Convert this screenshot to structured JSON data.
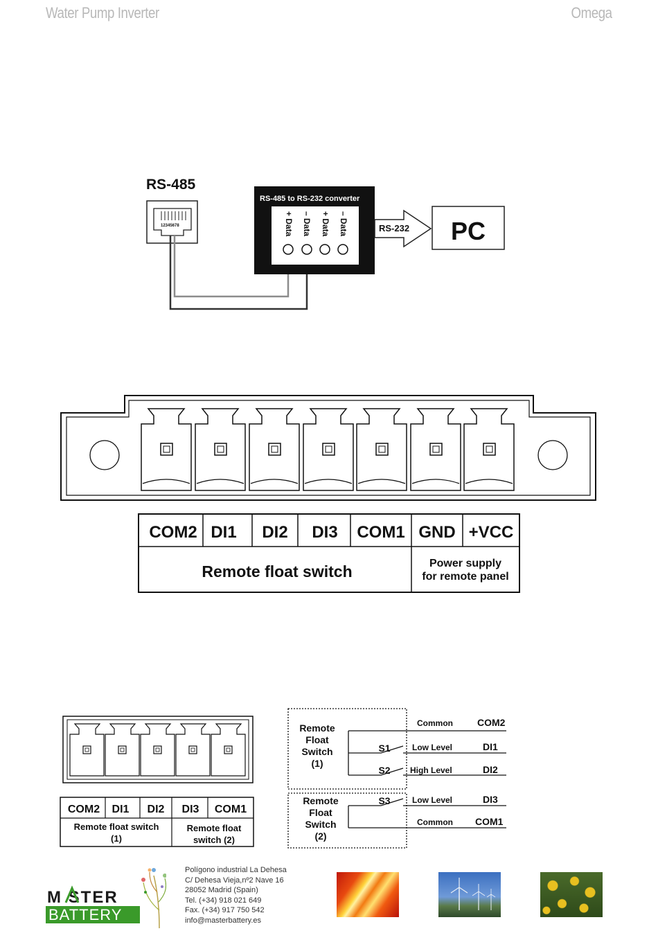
{
  "header": {
    "left": "Water Pump Inverter",
    "right": "Omega"
  },
  "rs485_diagram": {
    "port_label": "RS-485",
    "pin_numbers": "12345678",
    "converter_title": "RS-485 to RS-232 converter",
    "terminals": [
      "+ Data",
      "– Data",
      "+ Data",
      "– Data"
    ],
    "link_label": "RS-232",
    "pc_label": "PC",
    "wire_color": "#8c8c8c"
  },
  "terminal_block": {
    "labels": [
      "COM2",
      "DI1",
      "DI2",
      "DI3",
      "COM1",
      "GND",
      "+VCC"
    ],
    "group_float": "Remote float switch",
    "group_power_line1": "Power supply",
    "group_power_line2": "for remote panel"
  },
  "small_block": {
    "labels": [
      "COM2",
      "DI1",
      "DI2",
      "DI3",
      "COM1"
    ],
    "group1_line1": "Remote float switch",
    "group1_line2": "(1)",
    "group2_line1": "Remote float",
    "group2_line2": "switch (2)"
  },
  "wiring": {
    "switch1": [
      "Remote",
      "Float",
      "Switch",
      "(1)"
    ],
    "switch2": [
      "Remote",
      "Float",
      "Switch",
      "(2)"
    ],
    "s1": "S1",
    "s2": "S2",
    "s3": "S3",
    "lines": [
      {
        "desc": "Common",
        "terminal": "COM2"
      },
      {
        "desc": "Low Level",
        "terminal": "DI1"
      },
      {
        "desc": "High Level",
        "terminal": "DI2"
      },
      {
        "desc": "Low Level",
        "terminal": "DI3"
      },
      {
        "desc": "Common",
        "terminal": "COM1"
      }
    ]
  },
  "footer": {
    "logo_top": "M STER",
    "logo_bottom": "BATTERY",
    "logo_green": "#3a9a2a",
    "address": [
      "Polígono industrial La Dehesa",
      "C/ Dehesa Vieja,nº2 Nave 16",
      "28052 Madrid (Spain)",
      "Tel. (+34) 918 021 649",
      "Fax. (+34) 917 750 542",
      "info@masterbattery.es"
    ],
    "photos": [
      "solar-light-photo",
      "wind-turbines-photo",
      "sunflowers-photo"
    ]
  }
}
